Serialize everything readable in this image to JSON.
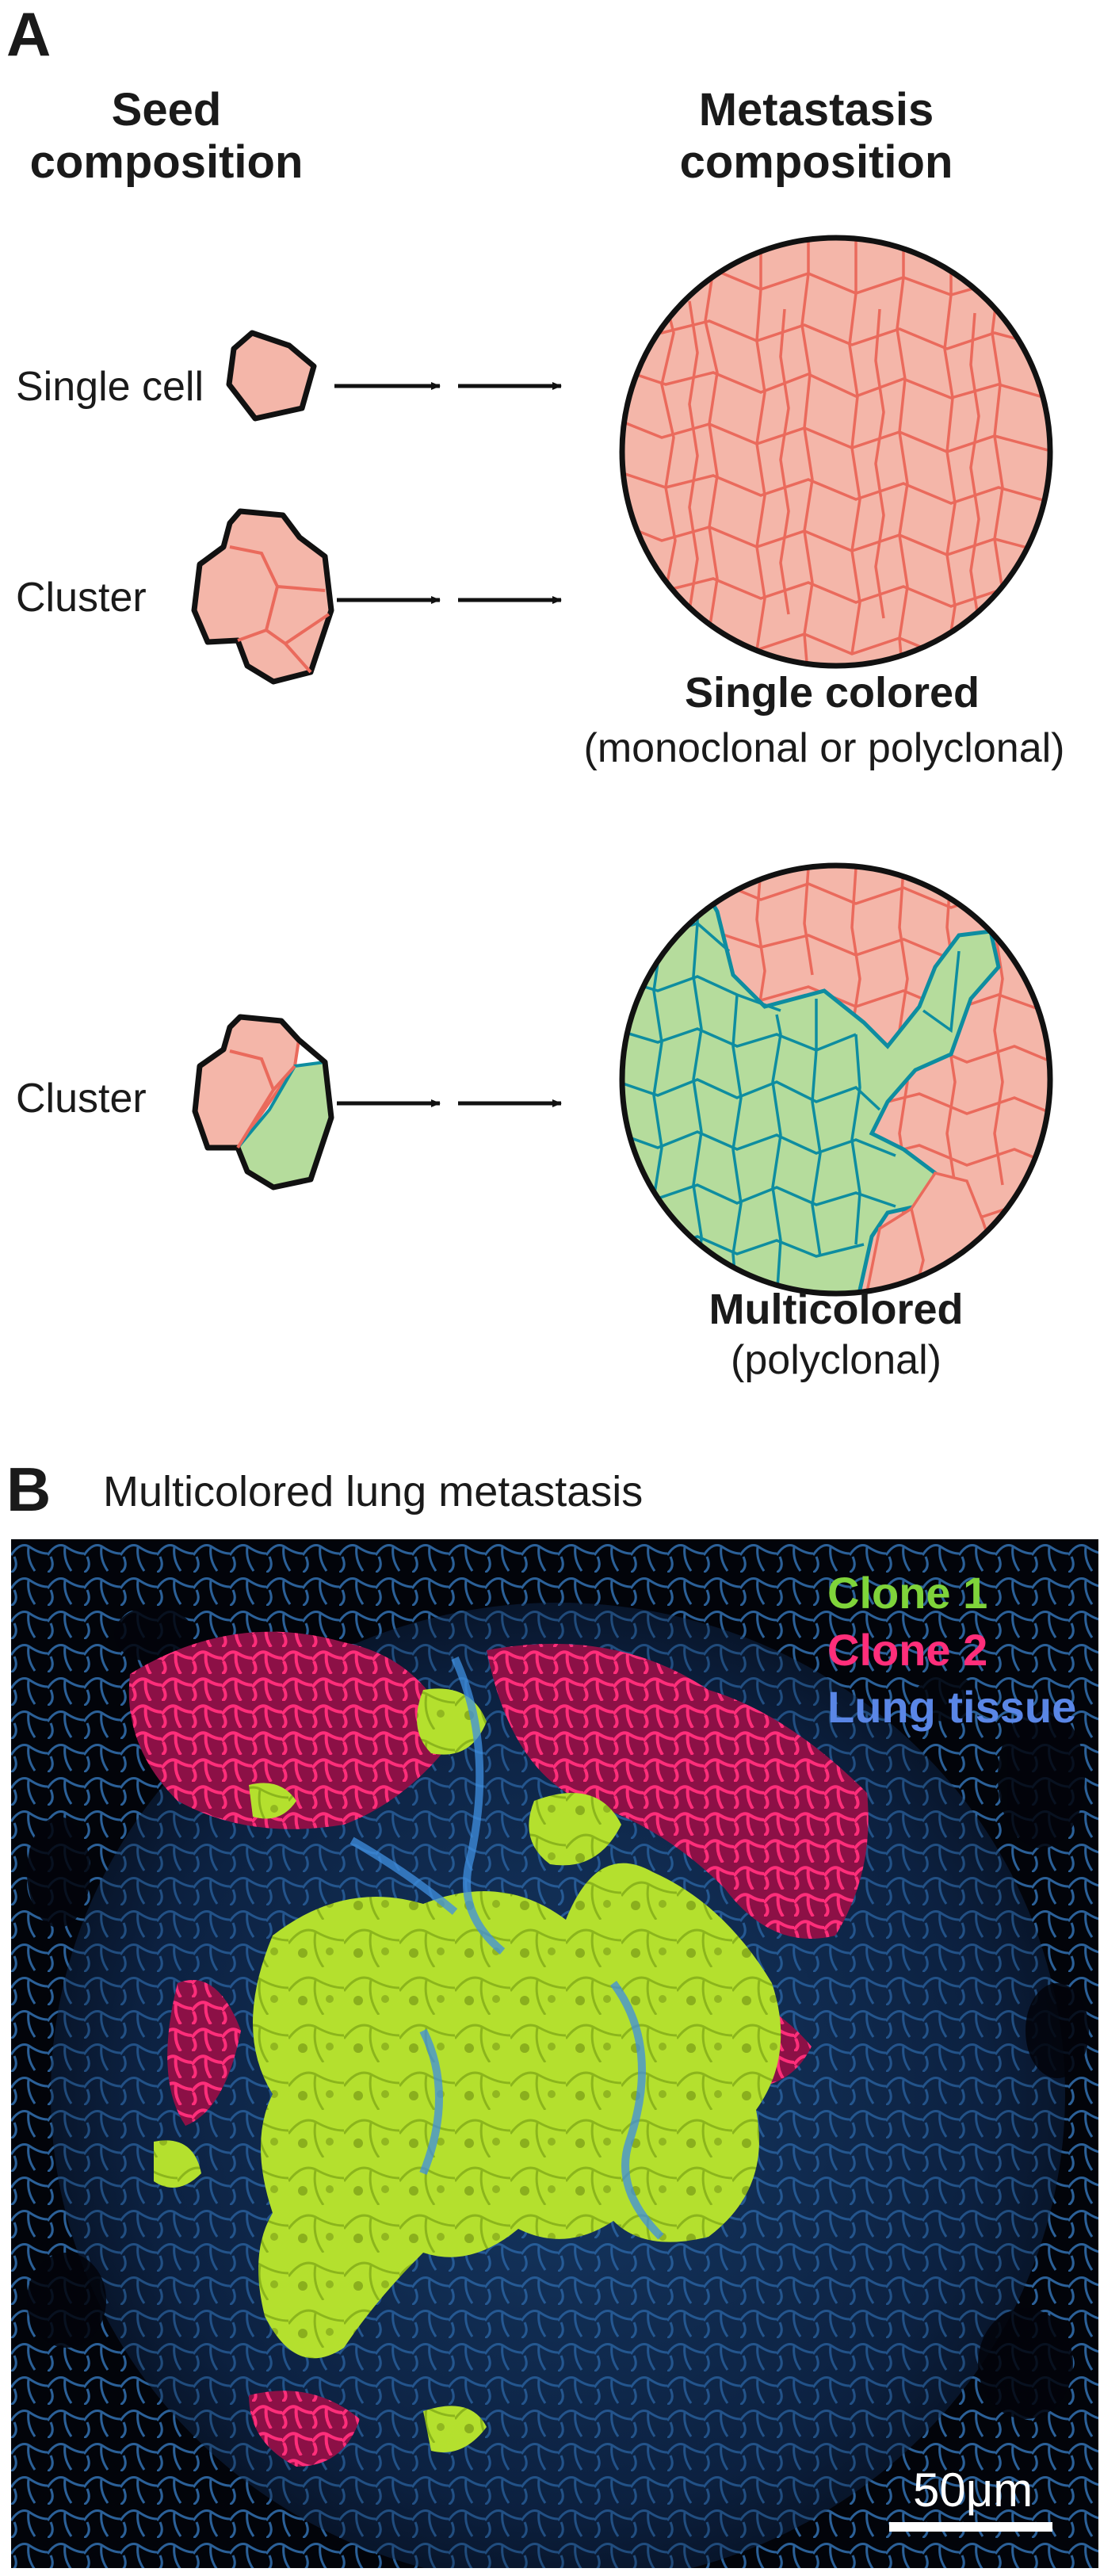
{
  "panel_a": {
    "letter": "A",
    "seed_header": [
      "Seed",
      "composition"
    ],
    "metastasis_header": [
      "Metastasis",
      "composition"
    ],
    "rows": [
      {
        "label": "Single cell"
      },
      {
        "label": "Cluster"
      },
      {
        "label": "Cluster"
      }
    ],
    "outcome_1": {
      "title": "Single colored",
      "subtitle": "(monoclonal or polyclonal)"
    },
    "outcome_2": {
      "title": "Multicolored",
      "subtitle": "(polyclonal)"
    }
  },
  "panel_b": {
    "letter": "B",
    "title": "Multicolored lung metastasis",
    "legend": [
      {
        "label": "Clone 1",
        "color": "#7fd43a"
      },
      {
        "label": "Clone 2",
        "color": "#ff2e7a"
      },
      {
        "label": "Lung tissue",
        "color": "#5a86e6"
      }
    ],
    "scale_bar": "50μm"
  },
  "colors": {
    "cell_pink_fill": "#f4b6a9",
    "cell_pink_line": "#ea6a5c",
    "cell_green_fill": "#b5dc9c",
    "cell_teal_line": "#0e8da0",
    "outline": "#111111"
  }
}
